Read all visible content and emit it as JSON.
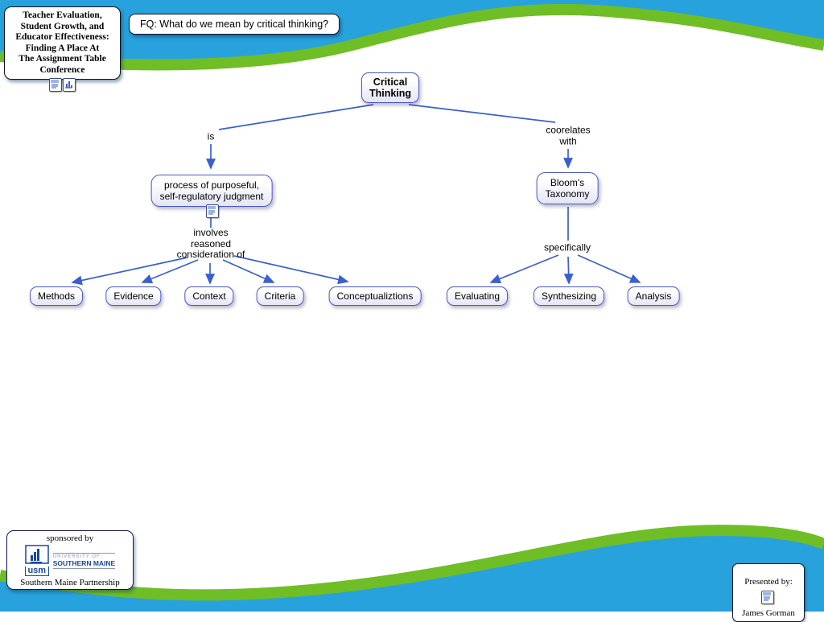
{
  "title_box": {
    "text": "Teacher Evaluation,\nStudent Growth, and\nEducator Effectiveness:\nFinding A Place At\nThe Assignment Table\nConference"
  },
  "focus_question": {
    "text": "FQ: What do we mean by critical thinking?"
  },
  "map": {
    "nodes": {
      "critical_thinking": "Critical\nThinking",
      "process": "process of purposeful,\nself-regulatory judgment",
      "blooms": "Bloom's\nTaxonomy",
      "methods": "Methods",
      "evidence": "Evidence",
      "context": "Context",
      "criteria": "Criteria",
      "conceptualiztions": "Conceptualiztions",
      "evaluating": "Evaluating",
      "synthesizing": "Synthesizing",
      "analysis": "Analysis"
    },
    "links": {
      "is": "is",
      "coorelates": "coorelates\nwith",
      "involves": "involves\nreasoned\nconsideration of",
      "specifically": "specifically"
    }
  },
  "sponsor": {
    "sponsored_by": "sponsored by",
    "logo_acronym": "usm",
    "university_line1": "UNIVERSITY OF",
    "university_line2": "SOUTHERN MAINE",
    "partnership": "Southern Maine Partnership"
  },
  "presenter": {
    "label": "Presented by:",
    "name": "James Gorman"
  },
  "colors": {
    "sky_blue": "#28A2DC",
    "wave_green": "#6FBE26",
    "line_blue": "#3A5FD0",
    "node_border": "#4A58C0"
  }
}
